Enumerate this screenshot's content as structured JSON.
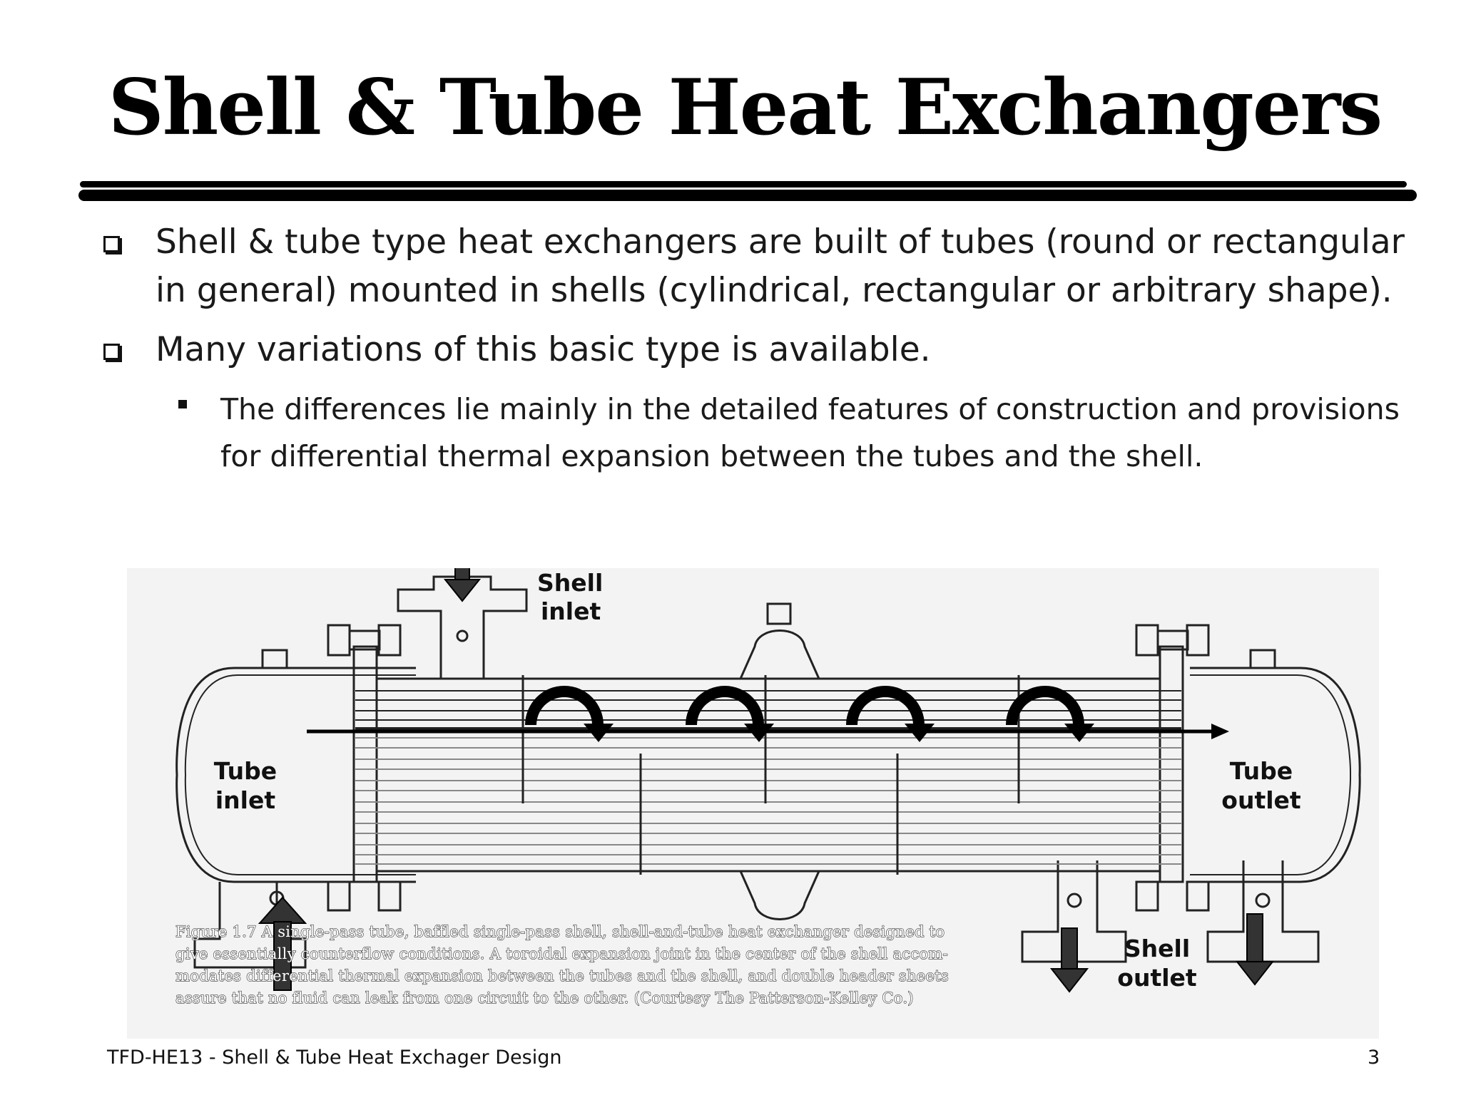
{
  "slide": {
    "title": "Shell & Tube Heat Exchangers",
    "bullets": [
      {
        "line1": "Shell & tube type heat exchangers are built of tubes (round or rectangular",
        "line2": "in general) mounted in shells (cylindrical, rectangular or arbitrary shape)."
      },
      {
        "line1": "Many variations of this basic type is available."
      }
    ],
    "sub_bullet": {
      "line1": "The differences lie mainly in the detailed features of construction and provisions",
      "line2": "for differential thermal expansion between the tubes and the shell."
    }
  },
  "figure": {
    "labels": {
      "shell_inlet_1": "Shell",
      "shell_inlet_2": "inlet",
      "tube_inlet_1": "Tube",
      "tube_inlet_2": "inlet",
      "tube_outlet_1": "Tube",
      "tube_outlet_2": "outlet",
      "shell_outlet_1": "Shell",
      "shell_outlet_2": "outlet"
    },
    "caption": [
      "Figure 1.7    A single-pass tube, baffled single-pass shell, shell-and-tube heat exchanger designed to",
      "give essentially counterflow conditions. A toroidal expansion joint in the center of the shell accom-",
      "modates differential thermal expansion between the tubes and the shell, and double header sheets",
      "assure that no fluid can leak from one circuit to the other. (Courtesy The Patterson-Kelley Co.)"
    ]
  },
  "footer": {
    "left": "TFD-HE13 - Shell & Tube Heat Exchager Design",
    "page": "3"
  }
}
